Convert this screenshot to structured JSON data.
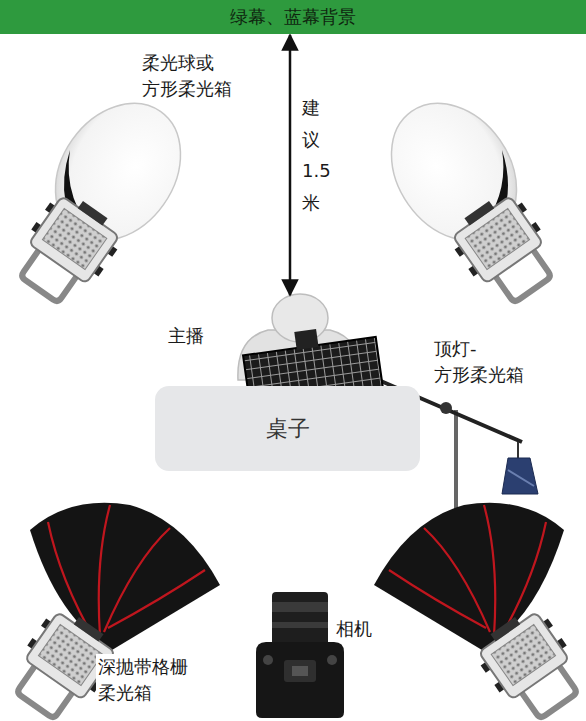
{
  "diagram": {
    "nodes": [
      {
        "text": [
          "绿幕、蓝幕背景"
        ]
      },
      {
        "text": [
          "主播"
        ]
      },
      {
        "text": [
          "桌子"
        ]
      }
    ],
    "edges": [
      {
        "from": 0,
        "to": 1,
        "arrow": "both"
      }
    ],
    "labels": [
      "柔光球或 方形柔光箱",
      "建议1.5米",
      "顶灯- 方形柔光箱",
      "相机",
      "深抛带格栅 柔光箱"
    ]
  }
}
